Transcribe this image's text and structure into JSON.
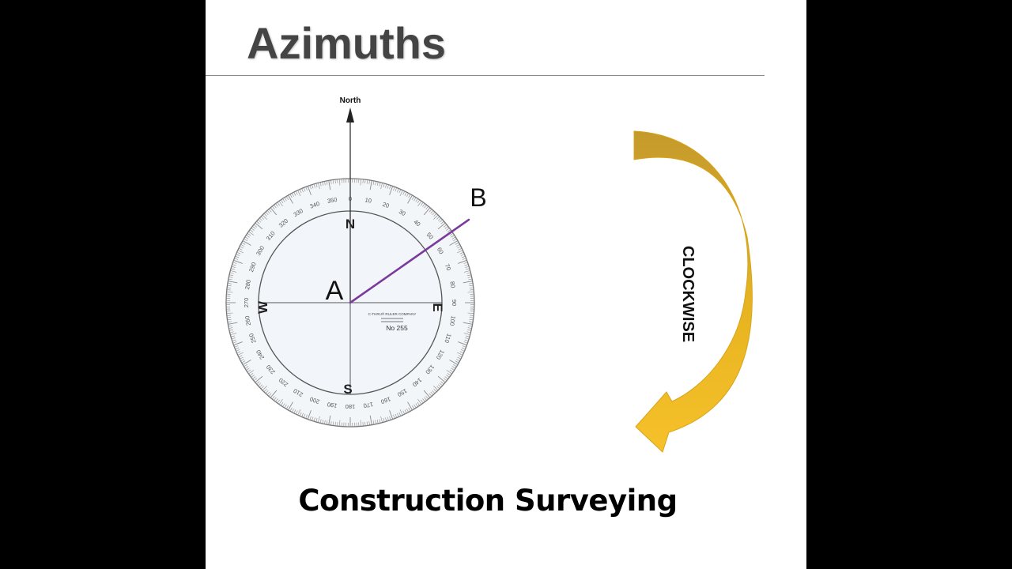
{
  "slide": {
    "title": "Azimuths",
    "caption": "Construction Surveying"
  },
  "diagram": {
    "north_label": "North",
    "point_a_label": "A",
    "point_b_label": "B",
    "cardinals": {
      "n": "N",
      "e": "E",
      "s": "S",
      "w": "W"
    },
    "direction_label": "CLOCKWISE",
    "maker_text": "C-THRU® RULER COMPANY",
    "model_text": "No 255",
    "azimuth_ab_degrees": 55,
    "degree_labels": [
      0,
      10,
      20,
      30,
      40,
      50,
      60,
      70,
      80,
      90,
      100,
      110,
      120,
      130,
      140,
      150,
      160,
      170,
      180,
      190,
      200,
      210,
      220,
      230,
      240,
      250,
      260,
      270,
      280,
      290,
      300,
      310,
      320,
      330,
      340,
      350
    ]
  },
  "colors": {
    "page_background": "#000000",
    "slide_background": "#ffffff",
    "title_text": "#444444",
    "azimuth_line": "#7a3a9e",
    "arrow_gold": "#f2b91c",
    "arrow_dark_gold": "#c8a02a",
    "protractor_face": "#f2f6fa"
  }
}
